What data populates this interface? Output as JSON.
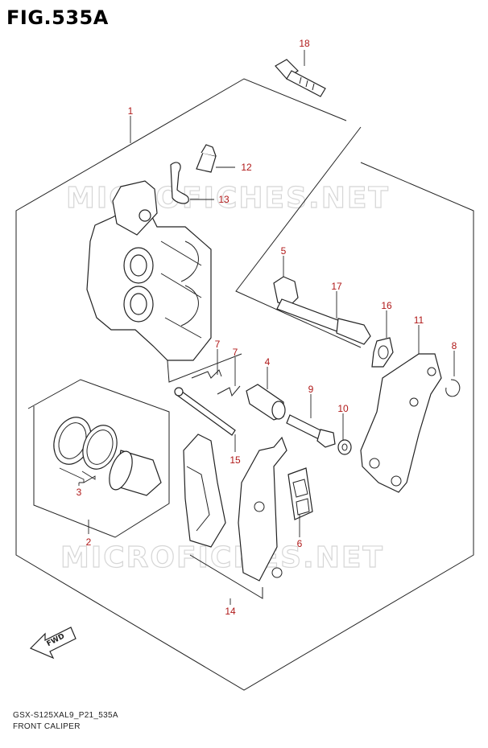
{
  "figure": {
    "title": "FIG.535A",
    "model_code": "GSX-S125XAL9_P21_535A",
    "caption": "FRONT CALIPER"
  },
  "watermark": "MICROFICHES.NET",
  "fwd_label": "FWD",
  "callouts": [
    "1",
    "2",
    "3",
    "4",
    "5",
    "6",
    "7",
    "7",
    "8",
    "9",
    "10",
    "11",
    "12",
    "13",
    "14",
    "15",
    "16",
    "17",
    "18"
  ],
  "colors": {
    "callout": "#b01818",
    "line": "#222222",
    "watermark": "#d6d6d6"
  }
}
